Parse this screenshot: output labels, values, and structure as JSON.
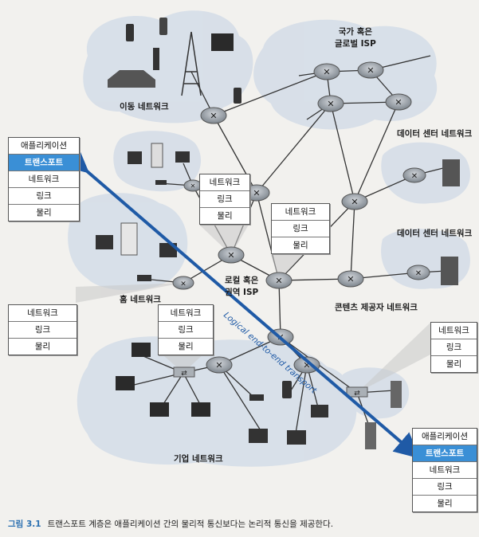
{
  "regions": {
    "global_isp": "국가 혹은\n글로벌 ISP",
    "mobile_network": "이동 네트워크",
    "datacenter_1": "데이터 센터 네트워크",
    "datacenter_2": "데이터 센터 네트워크",
    "local_isp": "로컬 혹은\n권역 ISP",
    "home_network": "홈 네트워크",
    "content_provider": "콘텐츠 제공자 네트워크",
    "enterprise_network": "기업 네트워크"
  },
  "stacks": {
    "left_end": [
      "애플리케이션",
      "트랜스포트",
      "네트워크",
      "링크",
      "물리"
    ],
    "right_end": [
      "애플리케이션",
      "트랜스포트",
      "네트워크",
      "링크",
      "물리"
    ],
    "router_a": [
      "네트워크",
      "링크",
      "물리"
    ],
    "router_b": [
      "네트워크",
      "링크",
      "물리"
    ],
    "router_c": [
      "네트워크",
      "링크",
      "물리"
    ],
    "router_d": [
      "네트워크",
      "링크",
      "물리"
    ],
    "router_e": [
      "네트워크",
      "링크",
      "물리"
    ]
  },
  "transport_label": "Logical end-to-end transport",
  "caption": {
    "figure": "그림 3.1",
    "text": "트랜스포트 계층은 애플리케이션 간의 물리적 통신보다는 논리적 통신을 제공한다."
  },
  "colors": {
    "transport_highlight": "#3a8fd6",
    "arrow": "#1f5aa6",
    "cloud": "#cfd9e6",
    "router": "#9aa2ab"
  }
}
